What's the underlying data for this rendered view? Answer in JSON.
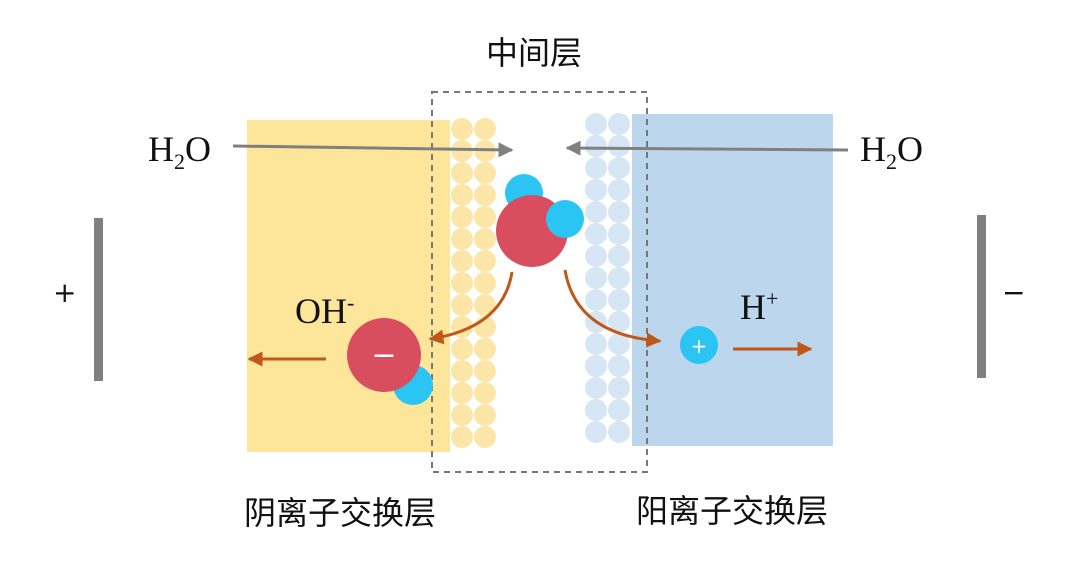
{
  "labels": {
    "interlayer": "中间层",
    "anion_layer": "阴离子交换层",
    "cation_layer": "阳离子交换层",
    "water_left_main": "H",
    "water_left_sub": "2",
    "water_left_tail": "O",
    "water_right_main": "H",
    "water_right_sub": "2",
    "water_right_tail": "O",
    "hydroxide_main": "OH",
    "hydroxide_sup": "-",
    "proton_main": "H",
    "proton_sup": "+",
    "anode_sign": "+",
    "cathode_sign": "−",
    "hydroxide_charge": "−",
    "proton_charge": "+"
  },
  "colors": {
    "anion_layer_fill": "#FDE59A",
    "cation_layer_fill": "#BCD6EE",
    "anion_bead": "#FBE6A8",
    "cation_bead": "#D6E6F4",
    "oxygen": "#D94E5E",
    "hydrogen": "#2BC5F4",
    "arrow_gray": "#808080",
    "arrow_orange": "#C0581A",
    "electrode": "#808080",
    "dashed_border": "#777777"
  }
}
